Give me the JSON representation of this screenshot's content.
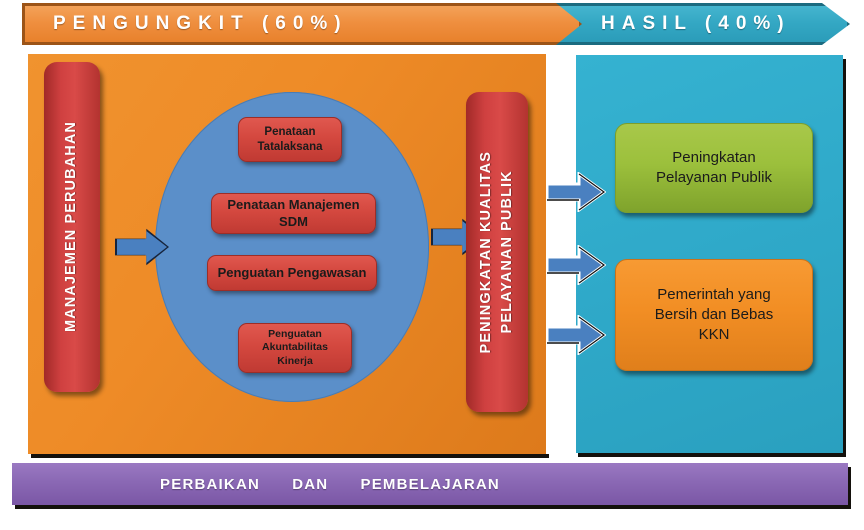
{
  "header": {
    "left_banner": {
      "label": "PENGUNGKIT   (60%)",
      "color": "#ee8b27"
    },
    "right_banner": {
      "label": "HASIL   (40%)",
      "color": "#2fa9c9"
    }
  },
  "pengungkit_panel": {
    "background_color": "#ee8b27",
    "change_management_bar": {
      "label": "MANAJEMEN PERUBAHAN",
      "color": "#cf4040"
    },
    "service_quality_bar": {
      "label": "PENINGKATAN KUALITAS\nPELAYANAN PUBLIK",
      "color": "#cf4040"
    },
    "ellipse_color": "#5b8fc9",
    "program_boxes": [
      {
        "label": "Penataan\nTatalaksana"
      },
      {
        "label": "Penataan Manajemen\nSDM"
      },
      {
        "label": "Penguatan Pengawasan"
      },
      {
        "label": "Penguatan\nAkuntabilitas\nKinerja"
      }
    ],
    "inbound_arrow": "right-arrow-icon",
    "outbound_arrow": "right-arrow-icon"
  },
  "hasil_panel": {
    "background_color": "#2fa9c9",
    "result_boxes": [
      {
        "label": "Peningkatan\nPelayanan Publik",
        "color": "#9cc03c"
      },
      {
        "label": "Pemerintah yang\nBersih dan Bebas\nKKN",
        "color": "#f28e24"
      }
    ],
    "connector_arrows": [
      "right-arrow-icon",
      "right-arrow-icon",
      "right-arrow-icon"
    ]
  },
  "footer": {
    "label": "PERBAIKAN      DAN      PEMBELAJARAN",
    "color": "#8a68b4"
  }
}
